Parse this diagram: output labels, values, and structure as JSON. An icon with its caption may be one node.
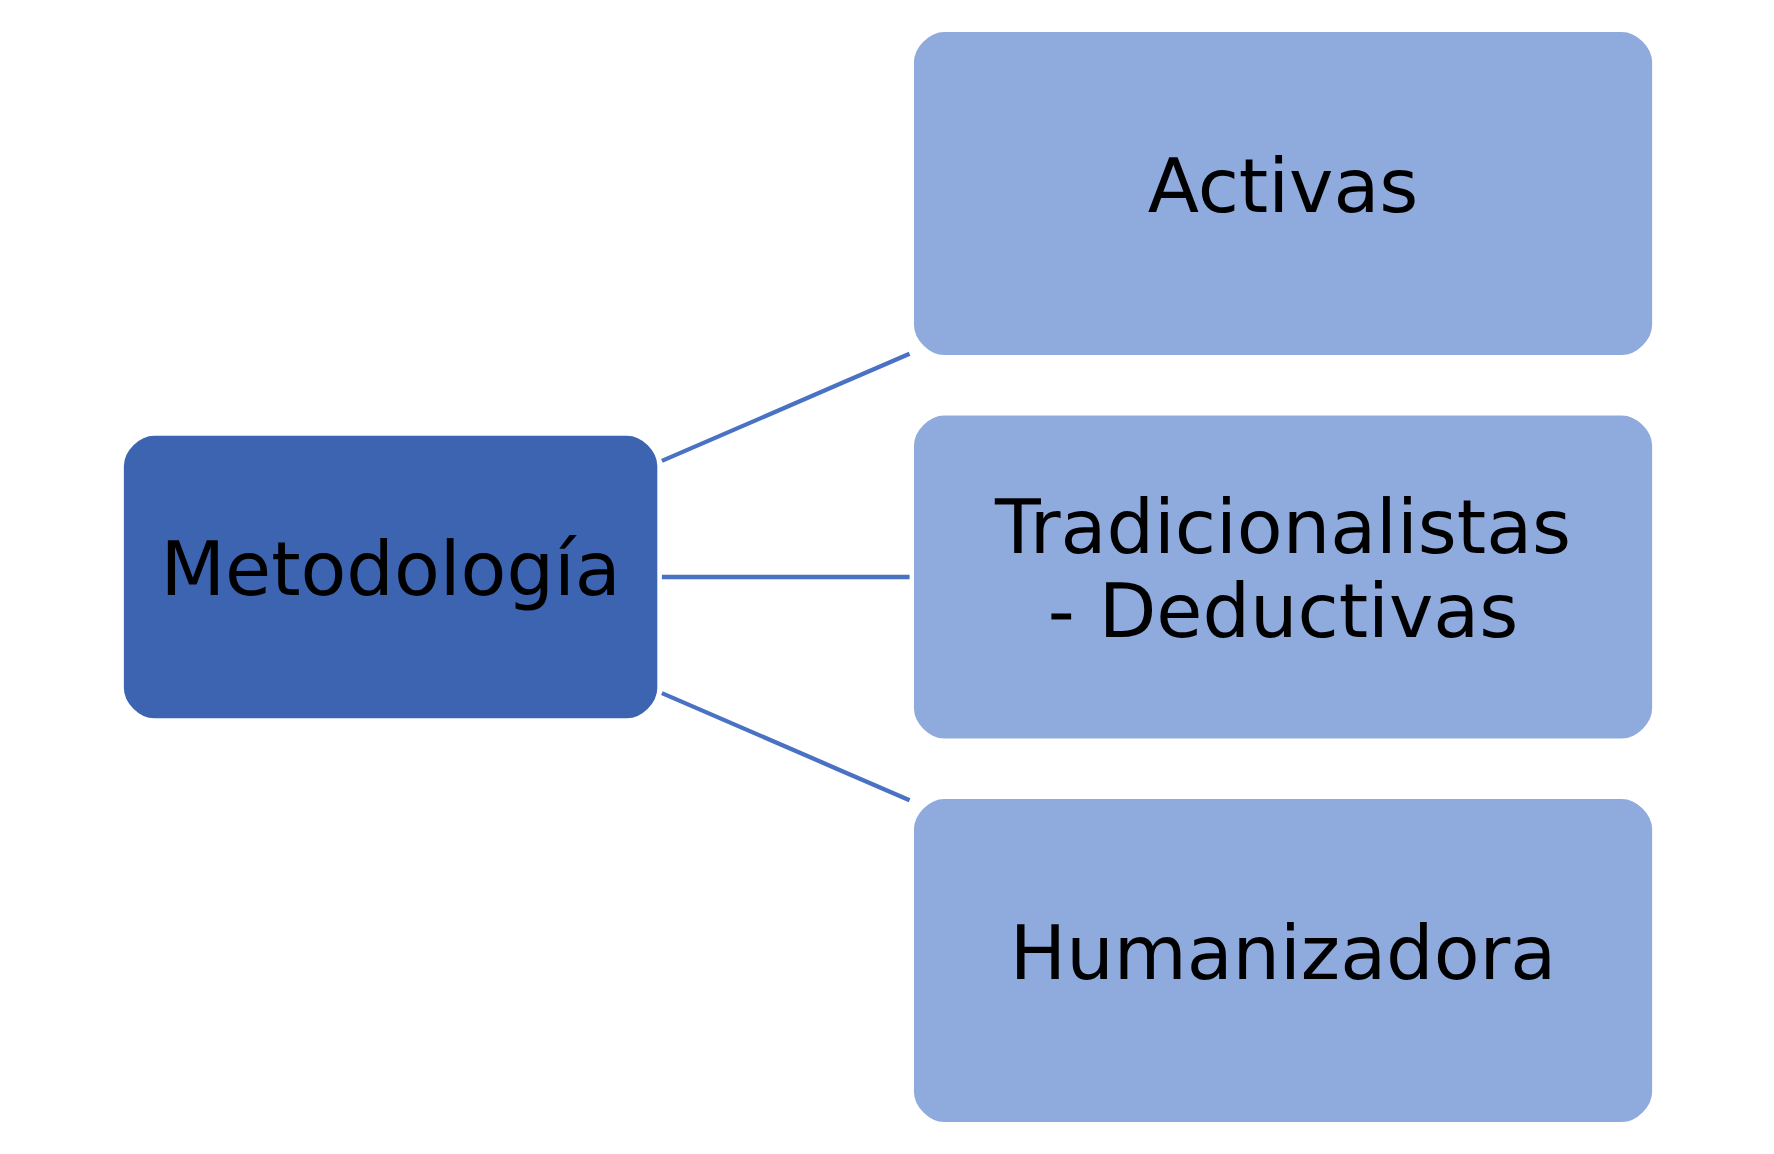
{
  "diagram": {
    "nodes": [
      {
        "text": [
          "Metodología"
        ]
      },
      {
        "text": [
          "Activas"
        ]
      },
      {
        "text": [
          "Tradicionalistas - Deductivas"
        ]
      },
      {
        "text": [
          "Humanizadora"
        ]
      }
    ],
    "edges": [
      {
        "from": 0,
        "to": 1,
        "arrow": "none"
      },
      {
        "from": 0,
        "to": 2,
        "arrow": "none"
      },
      {
        "from": 0,
        "to": 3,
        "arrow": "none"
      }
    ]
  }
}
